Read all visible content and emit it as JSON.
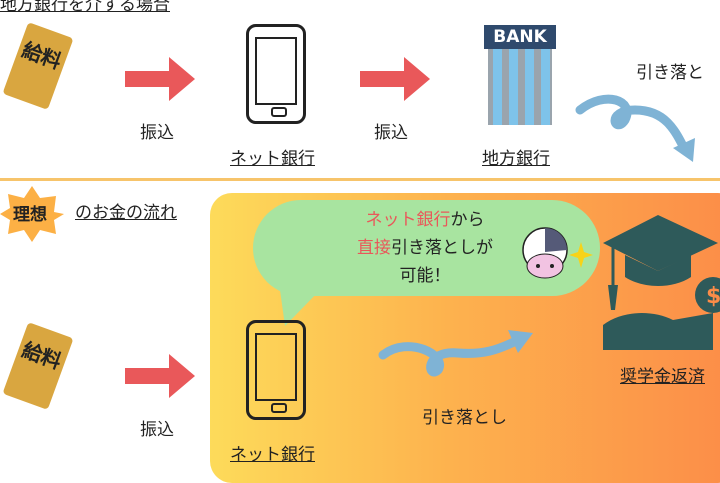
{
  "top": {
    "title": "地方銀行を介する場合",
    "transfer1": "振込",
    "net_bank": "ネット銀行",
    "transfer2": "振込",
    "bank_sign": "BANK",
    "local_bank": "地方銀行",
    "debit": "引き落と",
    "envelope_text": "給料"
  },
  "bottom": {
    "badge": "理想",
    "title": "のお金の流れ",
    "bubble": {
      "l1_red": "ネット銀行",
      "l1": "から",
      "l2_red": "直接",
      "l2": "引き落としが",
      "l3": "可能！"
    },
    "transfer": "振込",
    "net_bank": "ネット銀行",
    "debit": "引き落とし",
    "repay": "奨学金返済",
    "envelope_text": "給料"
  },
  "colors": {
    "arrow": "#e9585a",
    "curve": "#7fb3d5",
    "bubble": "#a8e4a0",
    "accent": "#e9585a"
  }
}
